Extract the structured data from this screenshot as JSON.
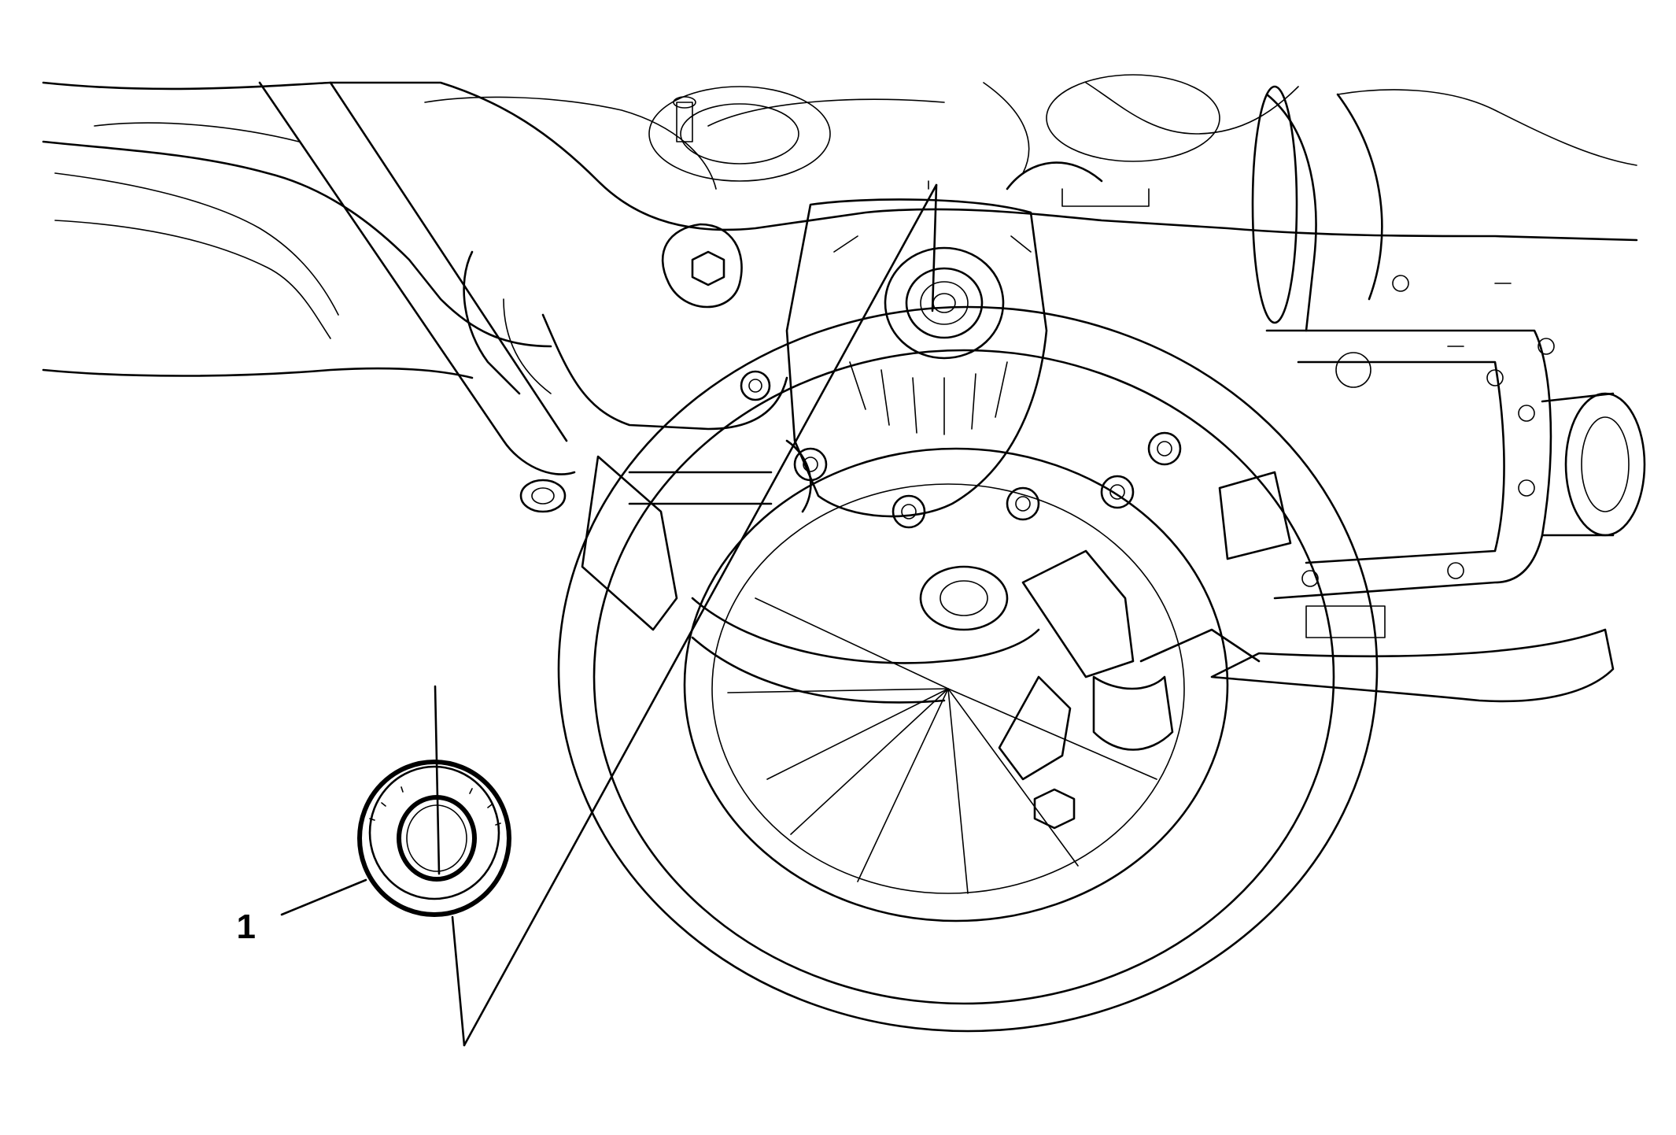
{
  "figure": {
    "callouts": [
      {
        "id": "1",
        "label": "1",
        "part": "seal"
      }
    ],
    "colors": {
      "line": "#000000",
      "background": "#ffffff"
    }
  }
}
